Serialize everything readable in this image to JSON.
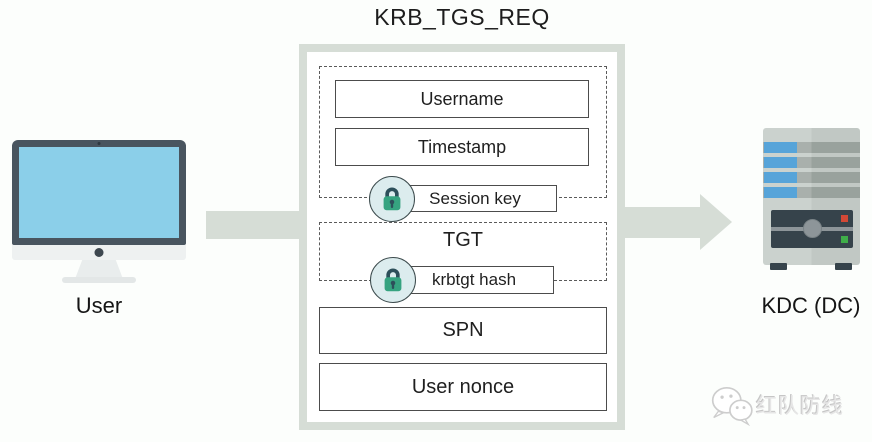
{
  "title": "KRB_TGS_REQ",
  "nodes": {
    "user": {
      "label": "User",
      "icon": "monitor-icon"
    },
    "kdc": {
      "label": "KDC (DC)",
      "icon": "server-icon"
    }
  },
  "packet": {
    "session_key_block": {
      "fields": [
        "Username",
        "Timestamp"
      ],
      "key_tag": {
        "label": "Session key",
        "icon": "lock-icon"
      }
    },
    "krbtgt_block": {
      "fields": [
        "TGT"
      ],
      "key_tag": {
        "label": "krbtgt hash",
        "icon": "lock-icon"
      }
    },
    "plain_fields": [
      "SPN",
      "User nonce"
    ]
  },
  "watermark": {
    "text": "红队防线",
    "icon": "wechat-icon"
  },
  "colors": {
    "accent_sage": "#d6ddd6",
    "screen_blue": "#8bcfe9",
    "monitor_frame": "#49555f",
    "lock_green": "#36a380",
    "lock_shackle": "#2d4f5a",
    "lock_circle_bg": "#dcecee",
    "slot_blue": "#57a4d9",
    "panel_dark": "#36434b",
    "led_red": "#d14836",
    "led_green": "#3fae49"
  }
}
